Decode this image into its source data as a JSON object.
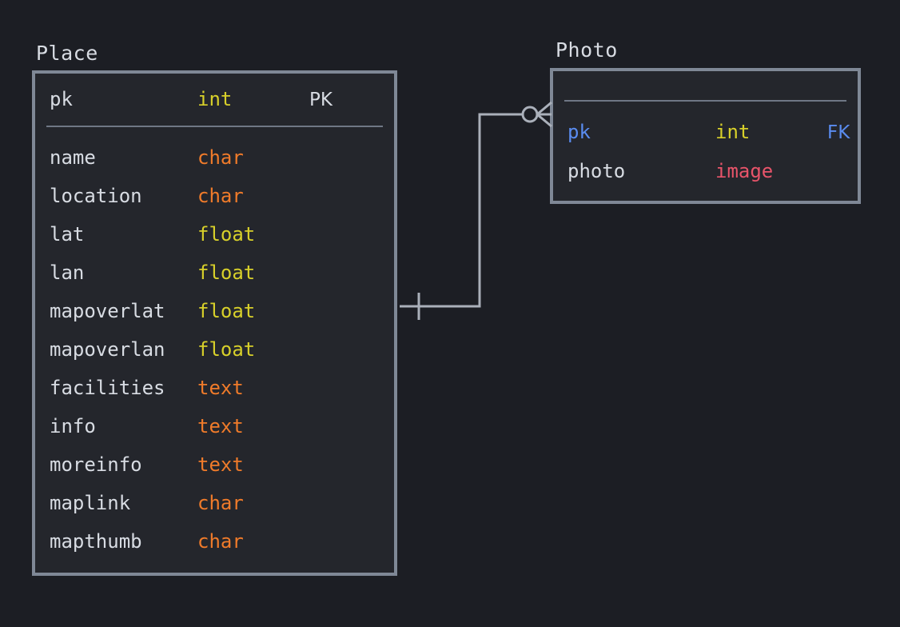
{
  "diagram": {
    "type": "entity-relationship-diagram",
    "notation": "crow's-foot",
    "background_color": "#1c1e24",
    "border_color": "#7f8896",
    "entity_fill_color": "#24262c"
  },
  "entities": [
    {
      "id": "place",
      "title": "Place",
      "header_fields": [
        {
          "name": "pk",
          "type": "int",
          "type_class": "type-int",
          "key": "PK",
          "key_class": "pk",
          "name_class": ""
        }
      ],
      "fields": [
        {
          "name": "name",
          "type": "char",
          "type_class": "type-char",
          "key": "",
          "key_class": "",
          "name_class": ""
        },
        {
          "name": "location",
          "type": "char",
          "type_class": "type-char",
          "key": "",
          "key_class": "",
          "name_class": ""
        },
        {
          "name": "lat",
          "type": "float",
          "type_class": "type-float",
          "key": "",
          "key_class": "",
          "name_class": ""
        },
        {
          "name": "lan",
          "type": "float",
          "type_class": "type-float",
          "key": "",
          "key_class": "",
          "name_class": ""
        },
        {
          "name": "mapoverlat",
          "type": "float",
          "type_class": "type-float",
          "key": "",
          "key_class": "",
          "name_class": ""
        },
        {
          "name": "mapoverlan",
          "type": "float",
          "type_class": "type-float",
          "key": "",
          "key_class": "",
          "name_class": ""
        },
        {
          "name": "facilities",
          "type": "text",
          "type_class": "type-text",
          "key": "",
          "key_class": "",
          "name_class": ""
        },
        {
          "name": "info",
          "type": "text",
          "type_class": "type-text",
          "key": "",
          "key_class": "",
          "name_class": ""
        },
        {
          "name": "moreinfo",
          "type": "text",
          "type_class": "type-text",
          "key": "",
          "key_class": "",
          "name_class": ""
        },
        {
          "name": "maplink",
          "type": "char",
          "type_class": "type-char",
          "key": "",
          "key_class": "",
          "name_class": ""
        },
        {
          "name": "mapthumb",
          "type": "char",
          "type_class": "type-char",
          "key": "",
          "key_class": "",
          "name_class": ""
        }
      ]
    },
    {
      "id": "photo",
      "title": "Photo",
      "header_fields": [],
      "fields": [
        {
          "name": "pk",
          "type": "int",
          "type_class": "type-int",
          "key": "FK",
          "key_class": "fk",
          "name_class": "is-key"
        },
        {
          "name": "photo",
          "type": "image",
          "type_class": "type-image",
          "key": "",
          "key_class": "",
          "name_class": ""
        }
      ]
    }
  ],
  "relationship": {
    "from_entity": "Place",
    "to_entity": "Photo",
    "from_cardinality": "one",
    "to_cardinality": "zero-or-many",
    "line_color": "#aab0ba"
  }
}
